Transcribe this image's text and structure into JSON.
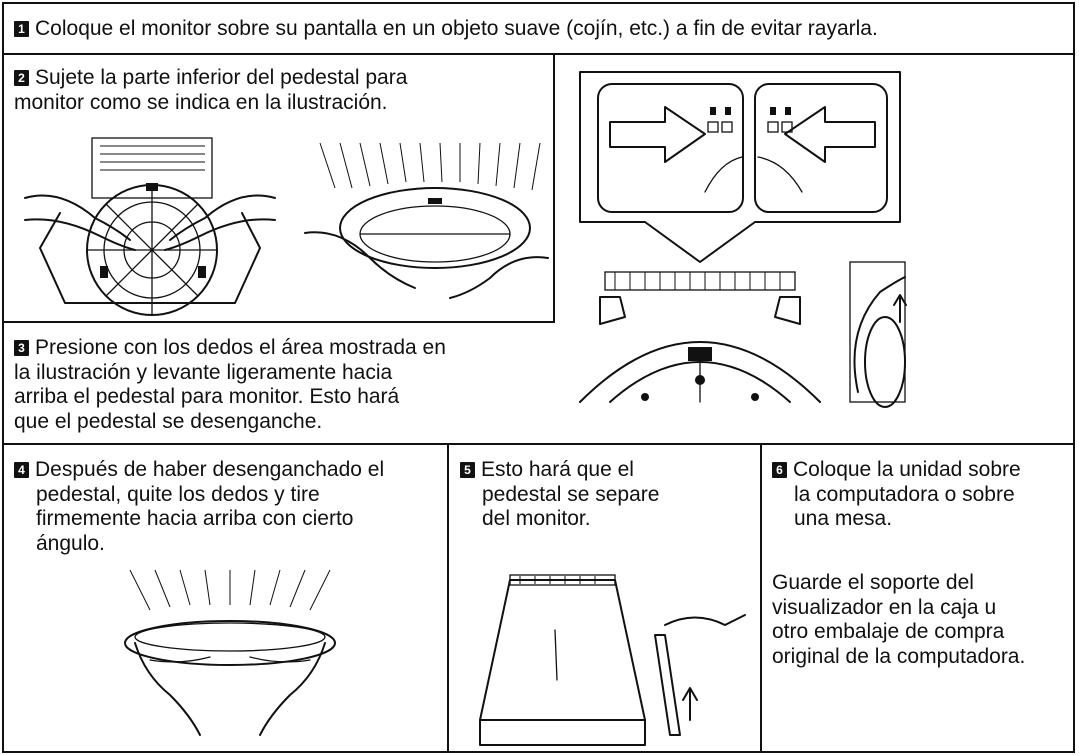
{
  "steps": [
    {
      "number": "1",
      "text": "Coloque el monitor sobre su pantalla en un objeto suave (cojín, etc.) a fin de evitar rayarla."
    },
    {
      "number": "2",
      "line1": "Sujete la parte inferior del pedestal para",
      "line2": "monitor como se indica en la ilustración."
    },
    {
      "number": "3",
      "line1": "Presione con los dedos el área mostrada en",
      "line2": "la ilustración y levante ligeramente hacia",
      "line3": "arriba el pedestal para monitor.  Esto hará",
      "line4": "que el pedestal se desenganche."
    },
    {
      "number": "4",
      "line1": "Después de haber desenganchado el",
      "line2": "pedestal, quite los dedos y tire",
      "line3": "firmemente hacia arriba con cierto",
      "line4": "ángulo."
    },
    {
      "number": "5",
      "line1": "Esto hará que el",
      "line2": "pedestal se separe",
      "line3": "del monitor."
    },
    {
      "number": "6",
      "line1": "Coloque la unidad sobre",
      "line2": "la computadora o sobre",
      "line3": "una mesa.",
      "note1": "Guarde el soporte del",
      "note2": "visualizador en la caja u",
      "note3": "otro embalaje de compra",
      "note4": "original de la computadora."
    }
  ]
}
